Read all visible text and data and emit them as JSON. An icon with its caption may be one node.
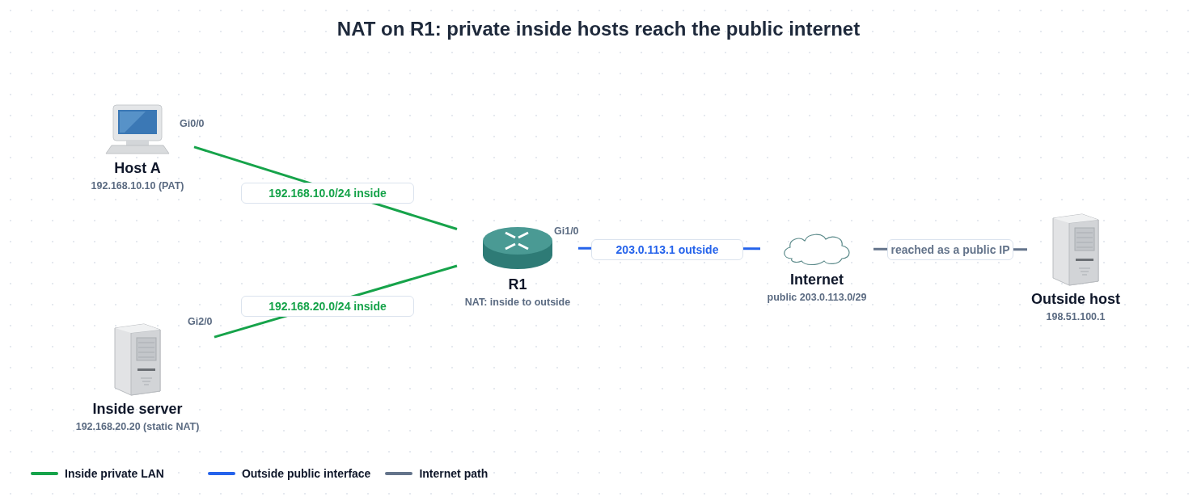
{
  "diagram": {
    "title": "NAT on R1: private inside hosts reach the public internet",
    "nodes": [
      {
        "text": [
          "Host A",
          "192.168.10.10 (PAT)"
        ]
      },
      {
        "text": [
          "Inside server",
          "192.168.20.20 (static NAT)"
        ]
      },
      {
        "text": [
          "R1",
          "NAT: inside to outside"
        ]
      },
      {
        "text": [
          "Internet",
          "public 203.0.113.0/29"
        ]
      },
      {
        "text": [
          "Outside host",
          "198.51.100.1"
        ]
      }
    ],
    "edges": [
      {
        "from": 0,
        "to": 2,
        "arrow": "none",
        "label": "192.168.10.0/24 inside"
      },
      {
        "from": 1,
        "to": 2,
        "arrow": "none",
        "label": "192.168.20.0/24 inside"
      },
      {
        "from": 2,
        "to": 3,
        "arrow": "none",
        "label": "203.0.113.1 outside",
        "color": "#2563eb"
      },
      {
        "from": 3,
        "to": 4,
        "arrow": "none",
        "label": "reached as a public IP",
        "color": "#64748b"
      }
    ],
    "labels": [
      "Gi0/0",
      "Gi1/0",
      "Gi2/0"
    ],
    "legend": [
      {
        "text": "Inside private LAN",
        "color": "#16a34a"
      },
      {
        "text": "Outside public interface",
        "color": "#2563eb"
      },
      {
        "text": "Internet path",
        "color": "#64748b"
      }
    ]
  }
}
